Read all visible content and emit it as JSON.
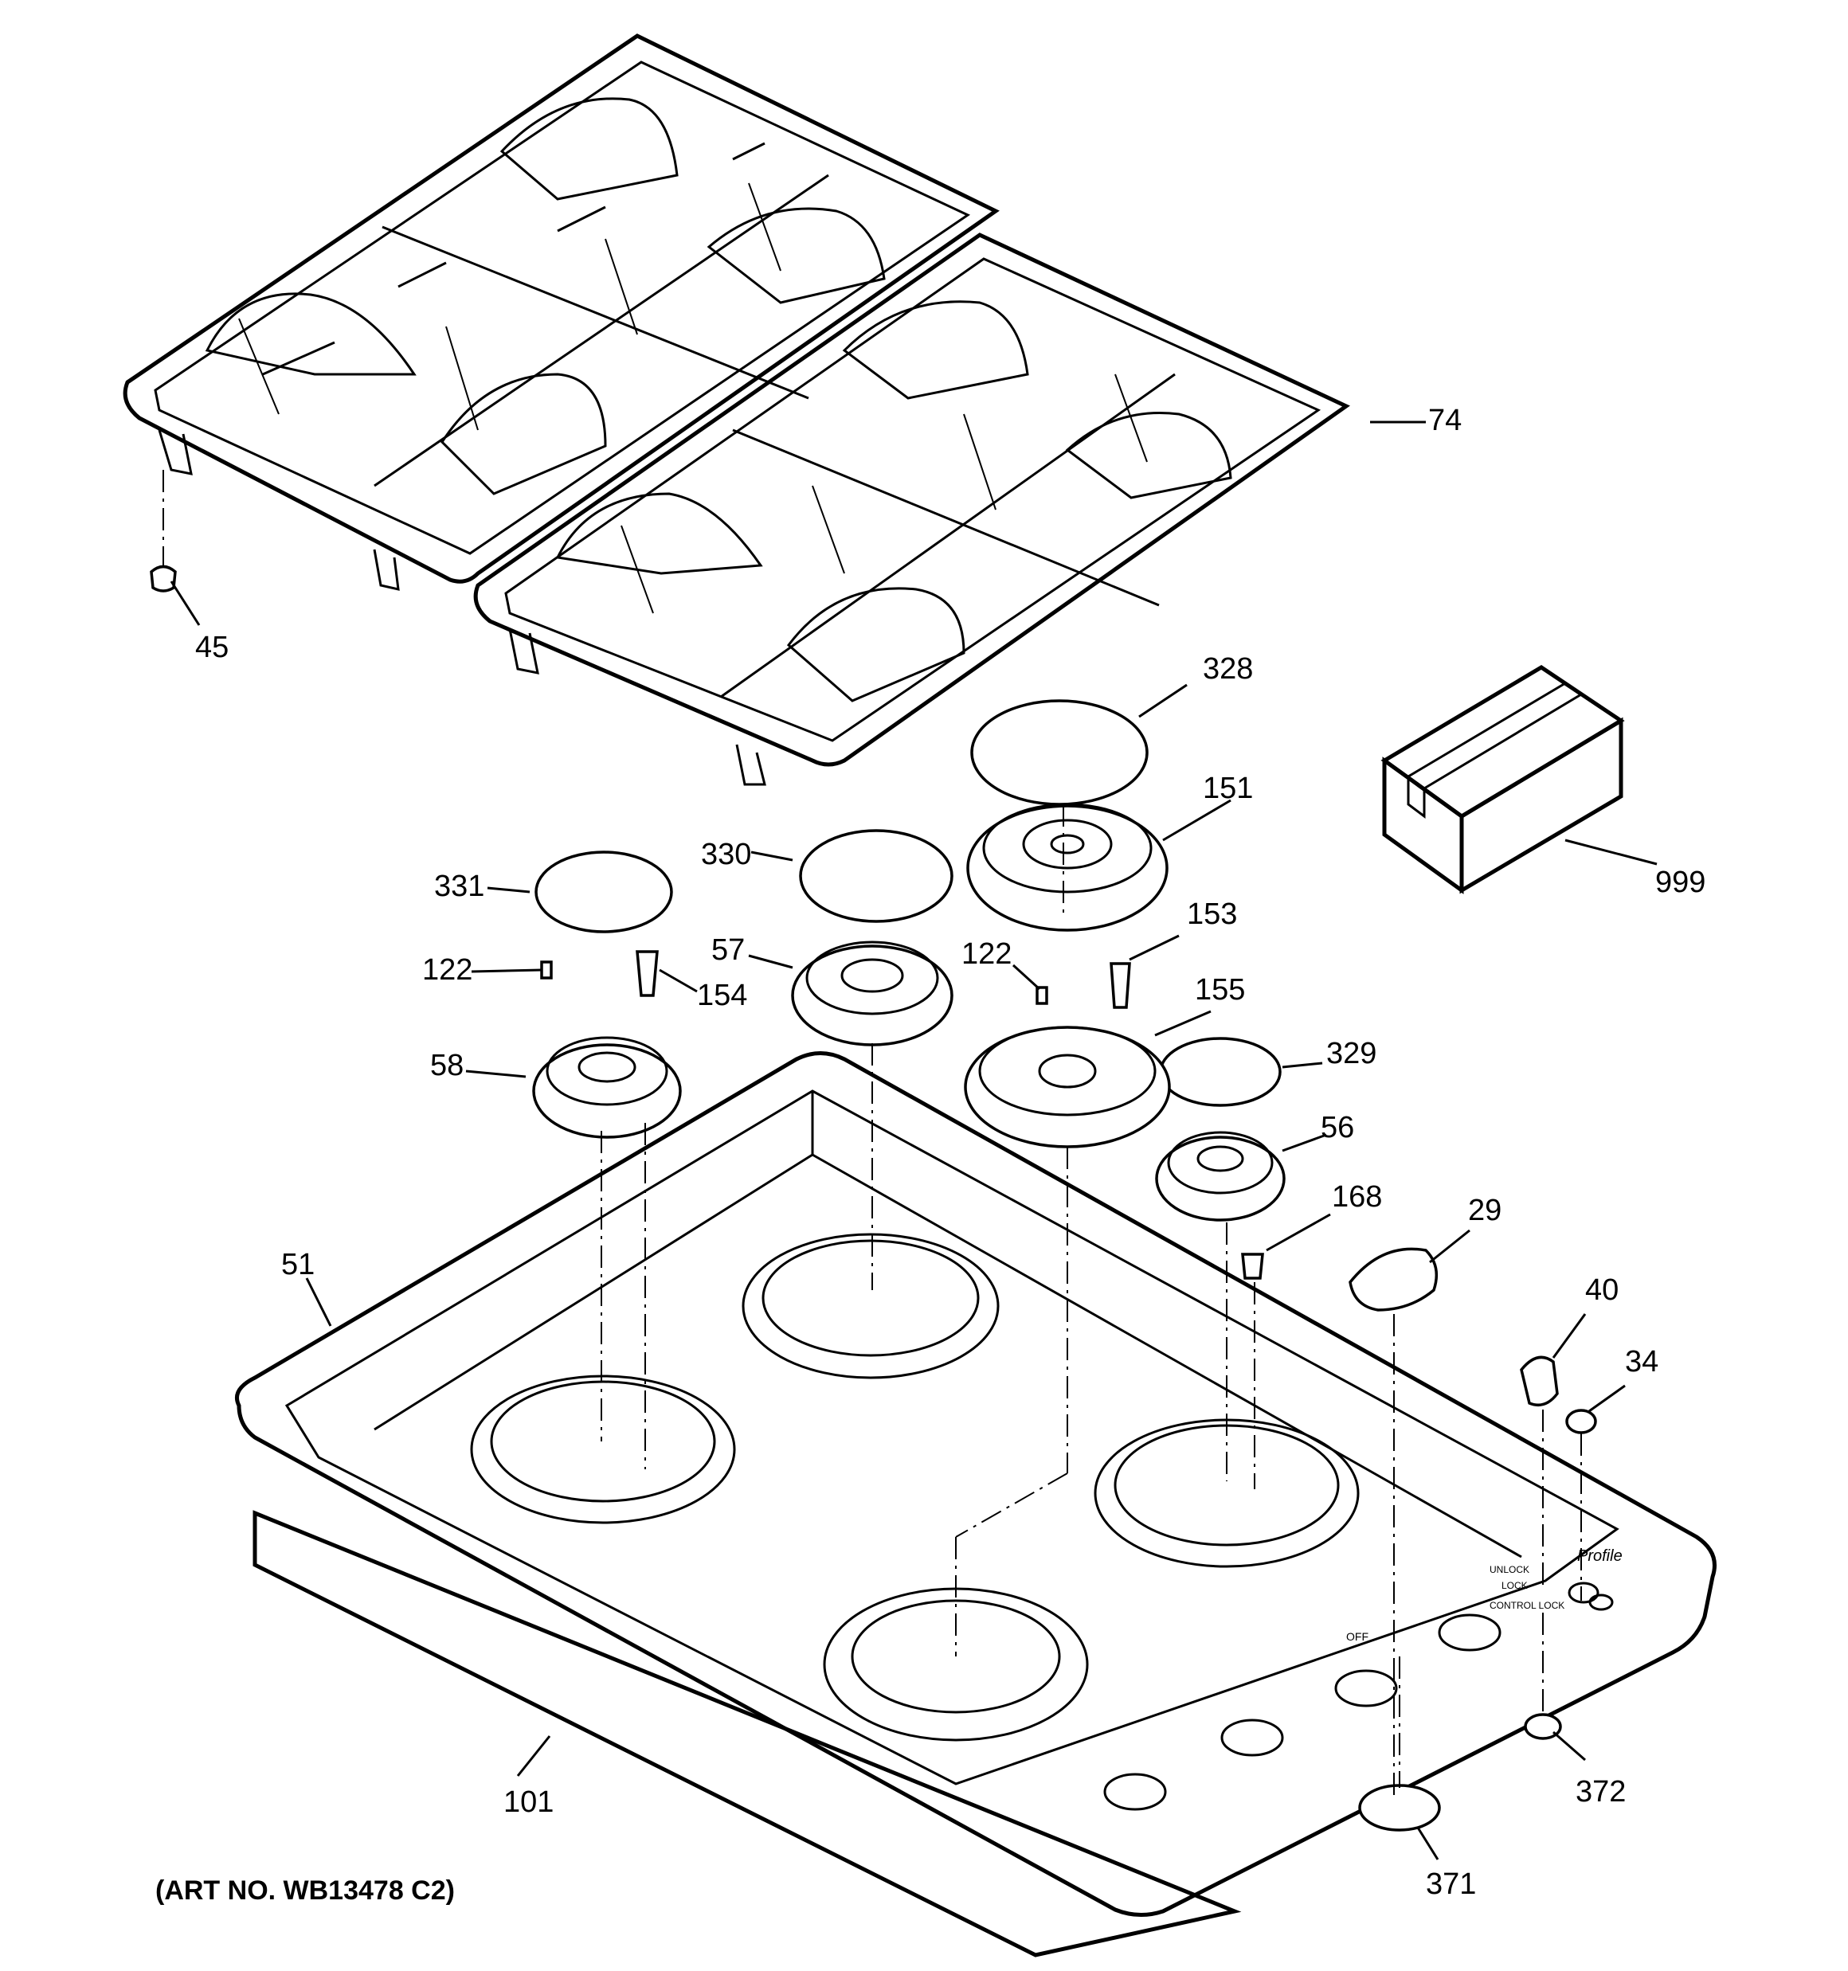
{
  "art_number": "(ART NO. WB13478 C2)",
  "callouts": {
    "c74": "74",
    "c45": "45",
    "c328": "328",
    "c151": "151",
    "c999": "999",
    "c330": "330",
    "c331": "331",
    "c153": "153",
    "c57": "57",
    "c122a": "122",
    "c122b": "122",
    "c154": "154",
    "c155": "155",
    "c58": "58",
    "c329": "329",
    "c56": "56",
    "c168": "168",
    "c29": "29",
    "c51": "51",
    "c40": "40",
    "c34": "34",
    "c101": "101",
    "c372": "372",
    "c371": "371"
  },
  "panel_text": {
    "off": "OFF",
    "unlock": "UNLOCK",
    "lock": "LOCK",
    "control_lock": "CONTROL LOCK",
    "brand": "Profile"
  }
}
